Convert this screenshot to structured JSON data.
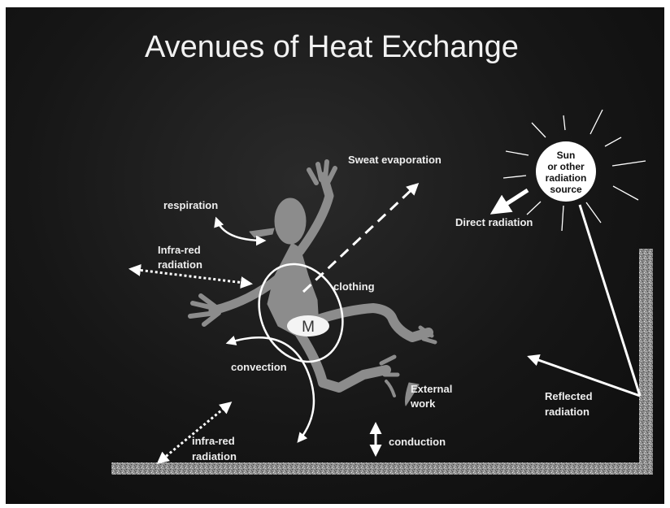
{
  "title": "Avenues of Heat Exchange",
  "sun": {
    "line1": "Sun",
    "line2": "or other",
    "line3": "radiation",
    "line4": "source"
  },
  "body_marker": "M",
  "labels": {
    "sweat_evaporation": "Sweat evaporation",
    "respiration": "respiration",
    "infrared_upper_1": "Infra-red",
    "infrared_upper_2": "radiation",
    "clothing": "clothing",
    "direct_radiation": "Direct radiation",
    "convection": "convection",
    "external_work_1": "External",
    "external_work_2": "work",
    "reflected_radiation_1": "Reflected",
    "reflected_radiation_2": "radiation",
    "infrared_lower_1": "infra-red",
    "infrared_lower_2": "radiation",
    "conduction": "conduction"
  },
  "colors": {
    "background": "#161616",
    "figure": "#8c8c8c",
    "arrows": "#ffffff",
    "sun": "#ffffff",
    "ground": "#9a9a9a"
  }
}
